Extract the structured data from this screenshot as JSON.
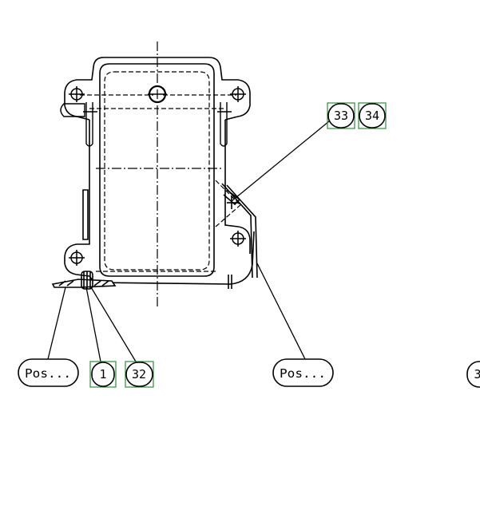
{
  "callouts": {
    "pos_left": "Pos...",
    "item_1": "1",
    "item_32": "32",
    "pos_right": "Pos...",
    "item_33": "33",
    "item_34": "34",
    "cut_off": "3"
  },
  "colors": {
    "line": "#000000",
    "highlight_box": "#2e8b3a",
    "background": "#ffffff"
  }
}
